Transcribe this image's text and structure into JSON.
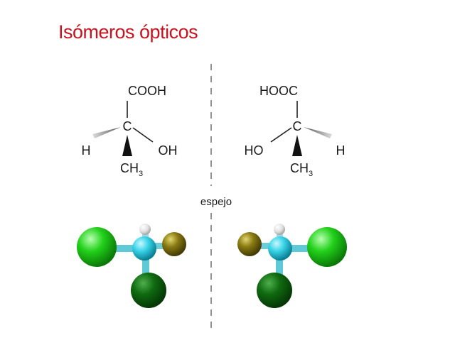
{
  "title": "Isómeros ópticos",
  "mirror_label": "espejo",
  "left_molecule": {
    "top_group": "COOH",
    "center": "C",
    "left_group": "H",
    "right_group": "OH",
    "bottom_group": "CH",
    "bottom_subscript": "3"
  },
  "right_molecule": {
    "top_group": "HOOC",
    "center": "C",
    "left_group": "HO",
    "right_group": "H",
    "bottom_group": "CH",
    "bottom_subscript": "3"
  },
  "colors": {
    "title": "#c8141e",
    "carbon_center": "#3ad4e8",
    "big_light_green": "#22d11a",
    "dark_green": "#0f6a10",
    "olive": "#8a7a12",
    "hydrogen": "#e6e6e6",
    "mirror_line": "#777777"
  }
}
